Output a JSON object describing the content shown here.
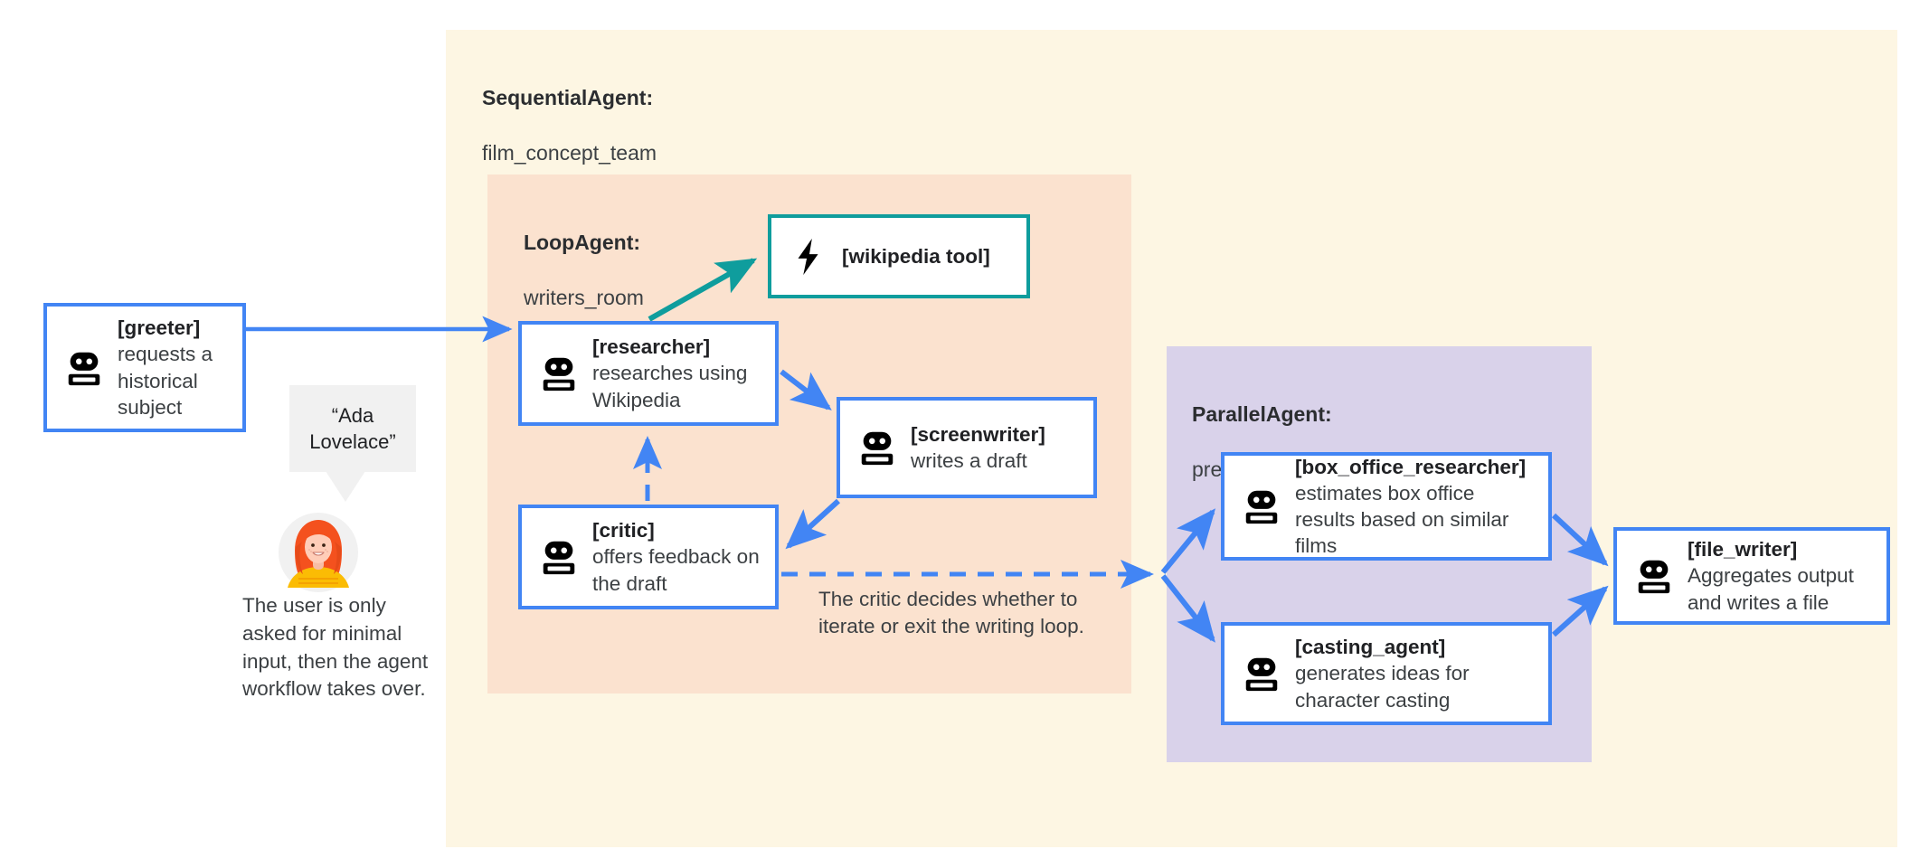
{
  "colors": {
    "sequential_bg": "#fdf6e3",
    "loop_bg": "#fbe2cf",
    "parallel_bg": "#d9d2ea",
    "agent_border": "#4285f4",
    "tool_border": "#0f9d9d",
    "arrow_blue": "#4285f4",
    "arrow_teal": "#0f9d9d",
    "bubble_bg": "#f1f1f1",
    "text": "#3c4043"
  },
  "regions": {
    "sequential": {
      "type_label": "SequentialAgent:",
      "name_label": "film_concept_team"
    },
    "loop": {
      "type_label": "LoopAgent:",
      "name_label": "writers_room"
    },
    "parallel": {
      "type_label": "ParallelAgent:",
      "name_label": "preproduction_team"
    }
  },
  "nodes": {
    "greeter": {
      "name": "[greeter]",
      "description": "requests a historical subject",
      "icon": "robot-icon"
    },
    "wikipedia_tool": {
      "name": "[wikipedia tool]",
      "description": "",
      "icon": "lightning-bolt-icon"
    },
    "researcher": {
      "name": "[researcher]",
      "description": "researches using Wikipedia",
      "icon": "robot-icon"
    },
    "screenwriter": {
      "name": "[screenwriter]",
      "description": "writes a draft",
      "icon": "robot-icon"
    },
    "critic": {
      "name": "[critic]",
      "description": "offers feedback on the draft",
      "icon": "robot-icon"
    },
    "box_office_researcher": {
      "name": "[box_office_researcher]",
      "description": "estimates box office results based on similar films",
      "icon": "robot-icon"
    },
    "casting_agent": {
      "name": "[casting_agent]",
      "description": "generates ideas for character casting",
      "icon": "robot-icon"
    },
    "file_writer": {
      "name": "[file_writer]",
      "description": "Aggregates output and writes a file",
      "icon": "robot-icon"
    }
  },
  "annotations": {
    "user_quote": "“Ada Lovelace”",
    "user_caption": "The user is only asked for minimal input, then the agent workflow takes over.",
    "loop_note": "The critic decides whether to iterate or exit the writing loop."
  },
  "avatar": {
    "alt": "illustration of a woman with red hair wearing a yellow top",
    "hair_color": "#f4511e",
    "shirt_color": "#fbbc04",
    "skin_color": "#ffcdb8",
    "bg_color": "#f1f1f1"
  }
}
